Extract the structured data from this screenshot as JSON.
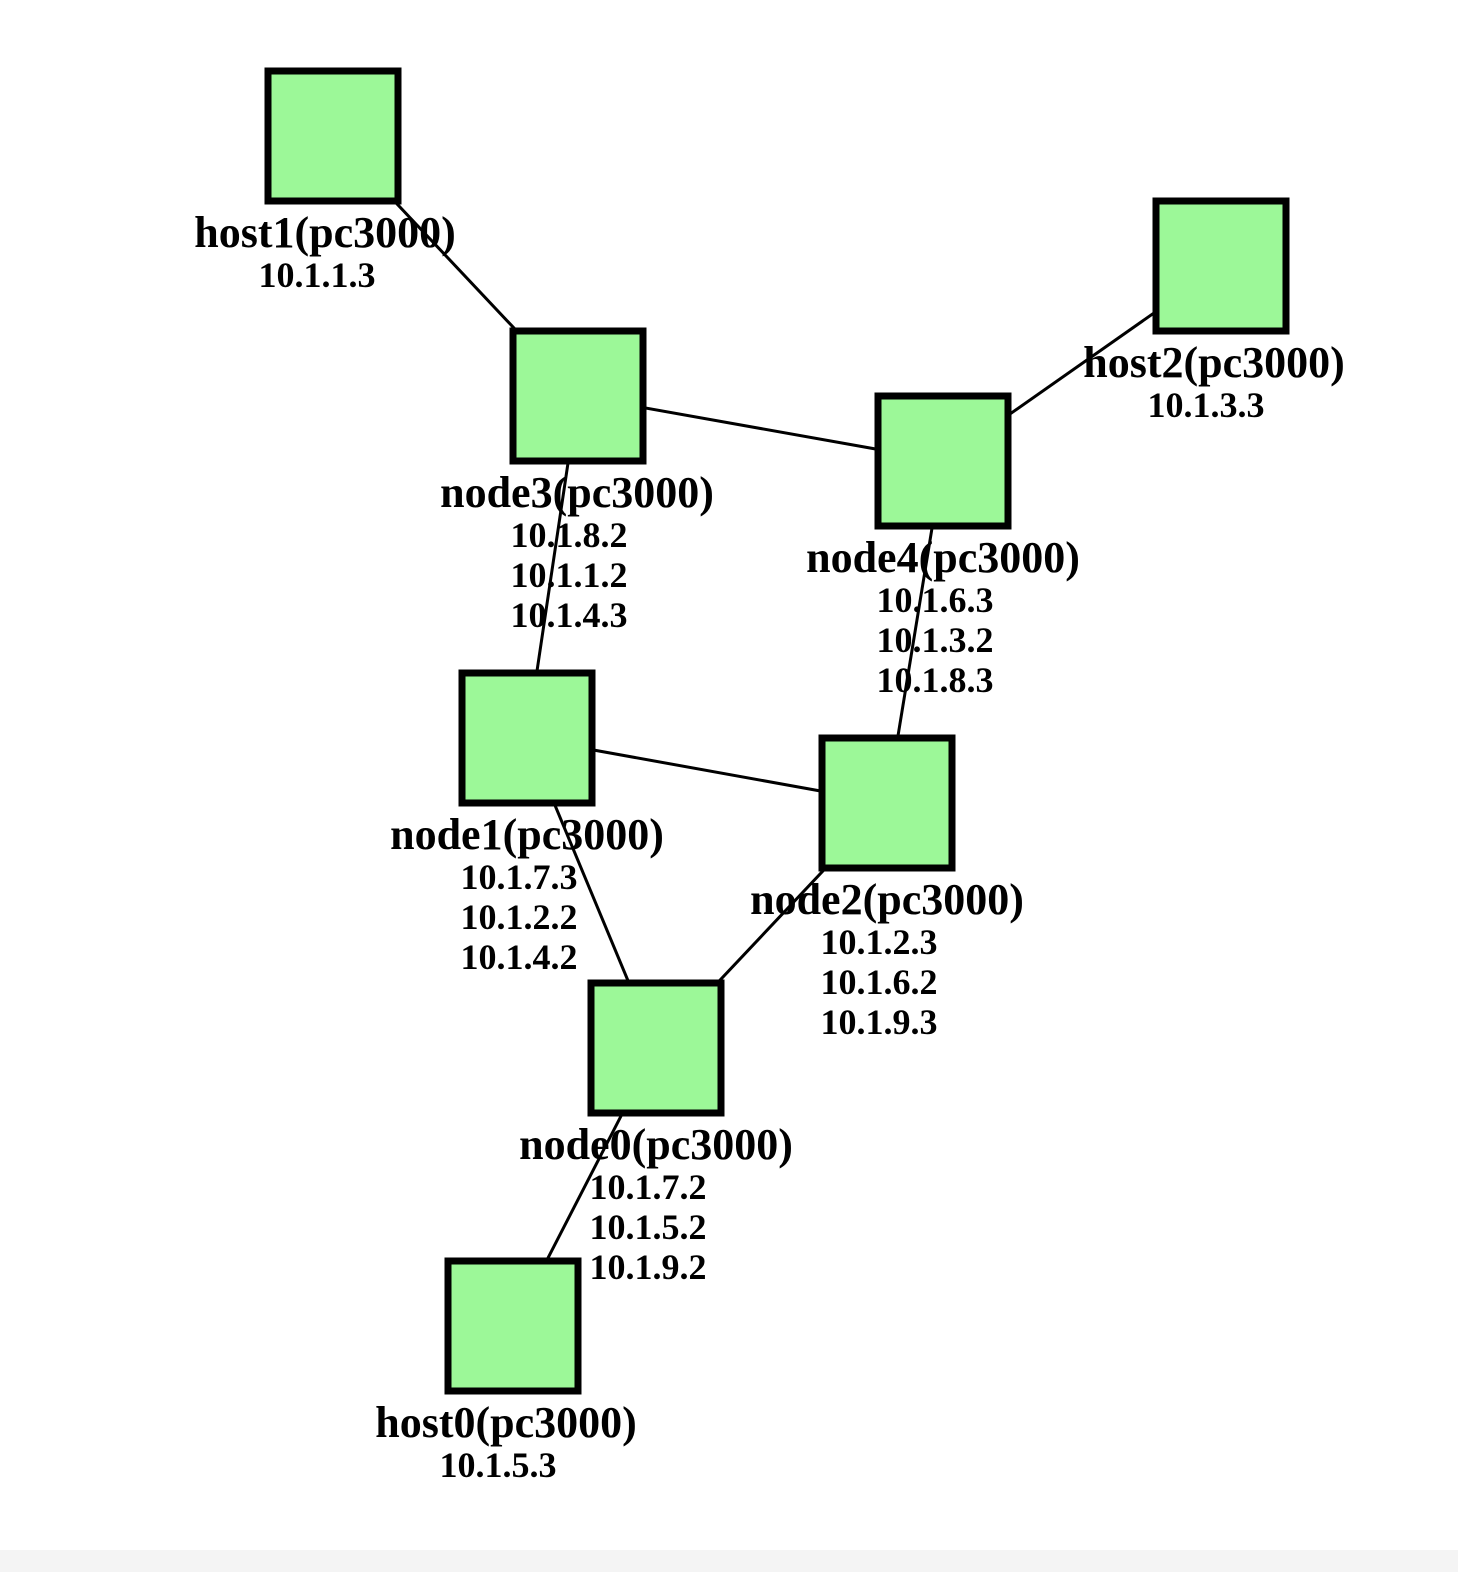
{
  "diagram": {
    "node_fill": "#9cf898",
    "node_stroke": "#000000",
    "nodes": [
      {
        "id": "host1",
        "label": "host1(pc3000)",
        "ips": [
          "10.1.1.3"
        ]
      },
      {
        "id": "host2",
        "label": "host2(pc3000)",
        "ips": [
          "10.1.3.3"
        ]
      },
      {
        "id": "node3",
        "label": "node3(pc3000)",
        "ips": [
          "10.1.8.2",
          "10.1.1.2",
          "10.1.4.3"
        ]
      },
      {
        "id": "node4",
        "label": "node4(pc3000)",
        "ips": [
          "10.1.6.3",
          "10.1.3.2",
          "10.1.8.3"
        ]
      },
      {
        "id": "node1",
        "label": "node1(pc3000)",
        "ips": [
          "10.1.7.3",
          "10.1.2.2",
          "10.1.4.2"
        ]
      },
      {
        "id": "node2",
        "label": "node2(pc3000)",
        "ips": [
          "10.1.2.3",
          "10.1.6.2",
          "10.1.9.3"
        ]
      },
      {
        "id": "node0",
        "label": "node0(pc3000)",
        "ips": [
          "10.1.7.2",
          "10.1.5.2",
          "10.1.9.2"
        ]
      },
      {
        "id": "host0",
        "label": "host0(pc3000)",
        "ips": [
          "10.1.5.3"
        ]
      }
    ],
    "links": [
      {
        "from": "host1",
        "to": "node3"
      },
      {
        "from": "node3",
        "to": "node4"
      },
      {
        "from": "node4",
        "to": "host2"
      },
      {
        "from": "node3",
        "to": "node1"
      },
      {
        "from": "node4",
        "to": "node2"
      },
      {
        "from": "node1",
        "to": "node2"
      },
      {
        "from": "node1",
        "to": "node0"
      },
      {
        "from": "node2",
        "to": "node0"
      },
      {
        "from": "node0",
        "to": "host0"
      }
    ]
  }
}
